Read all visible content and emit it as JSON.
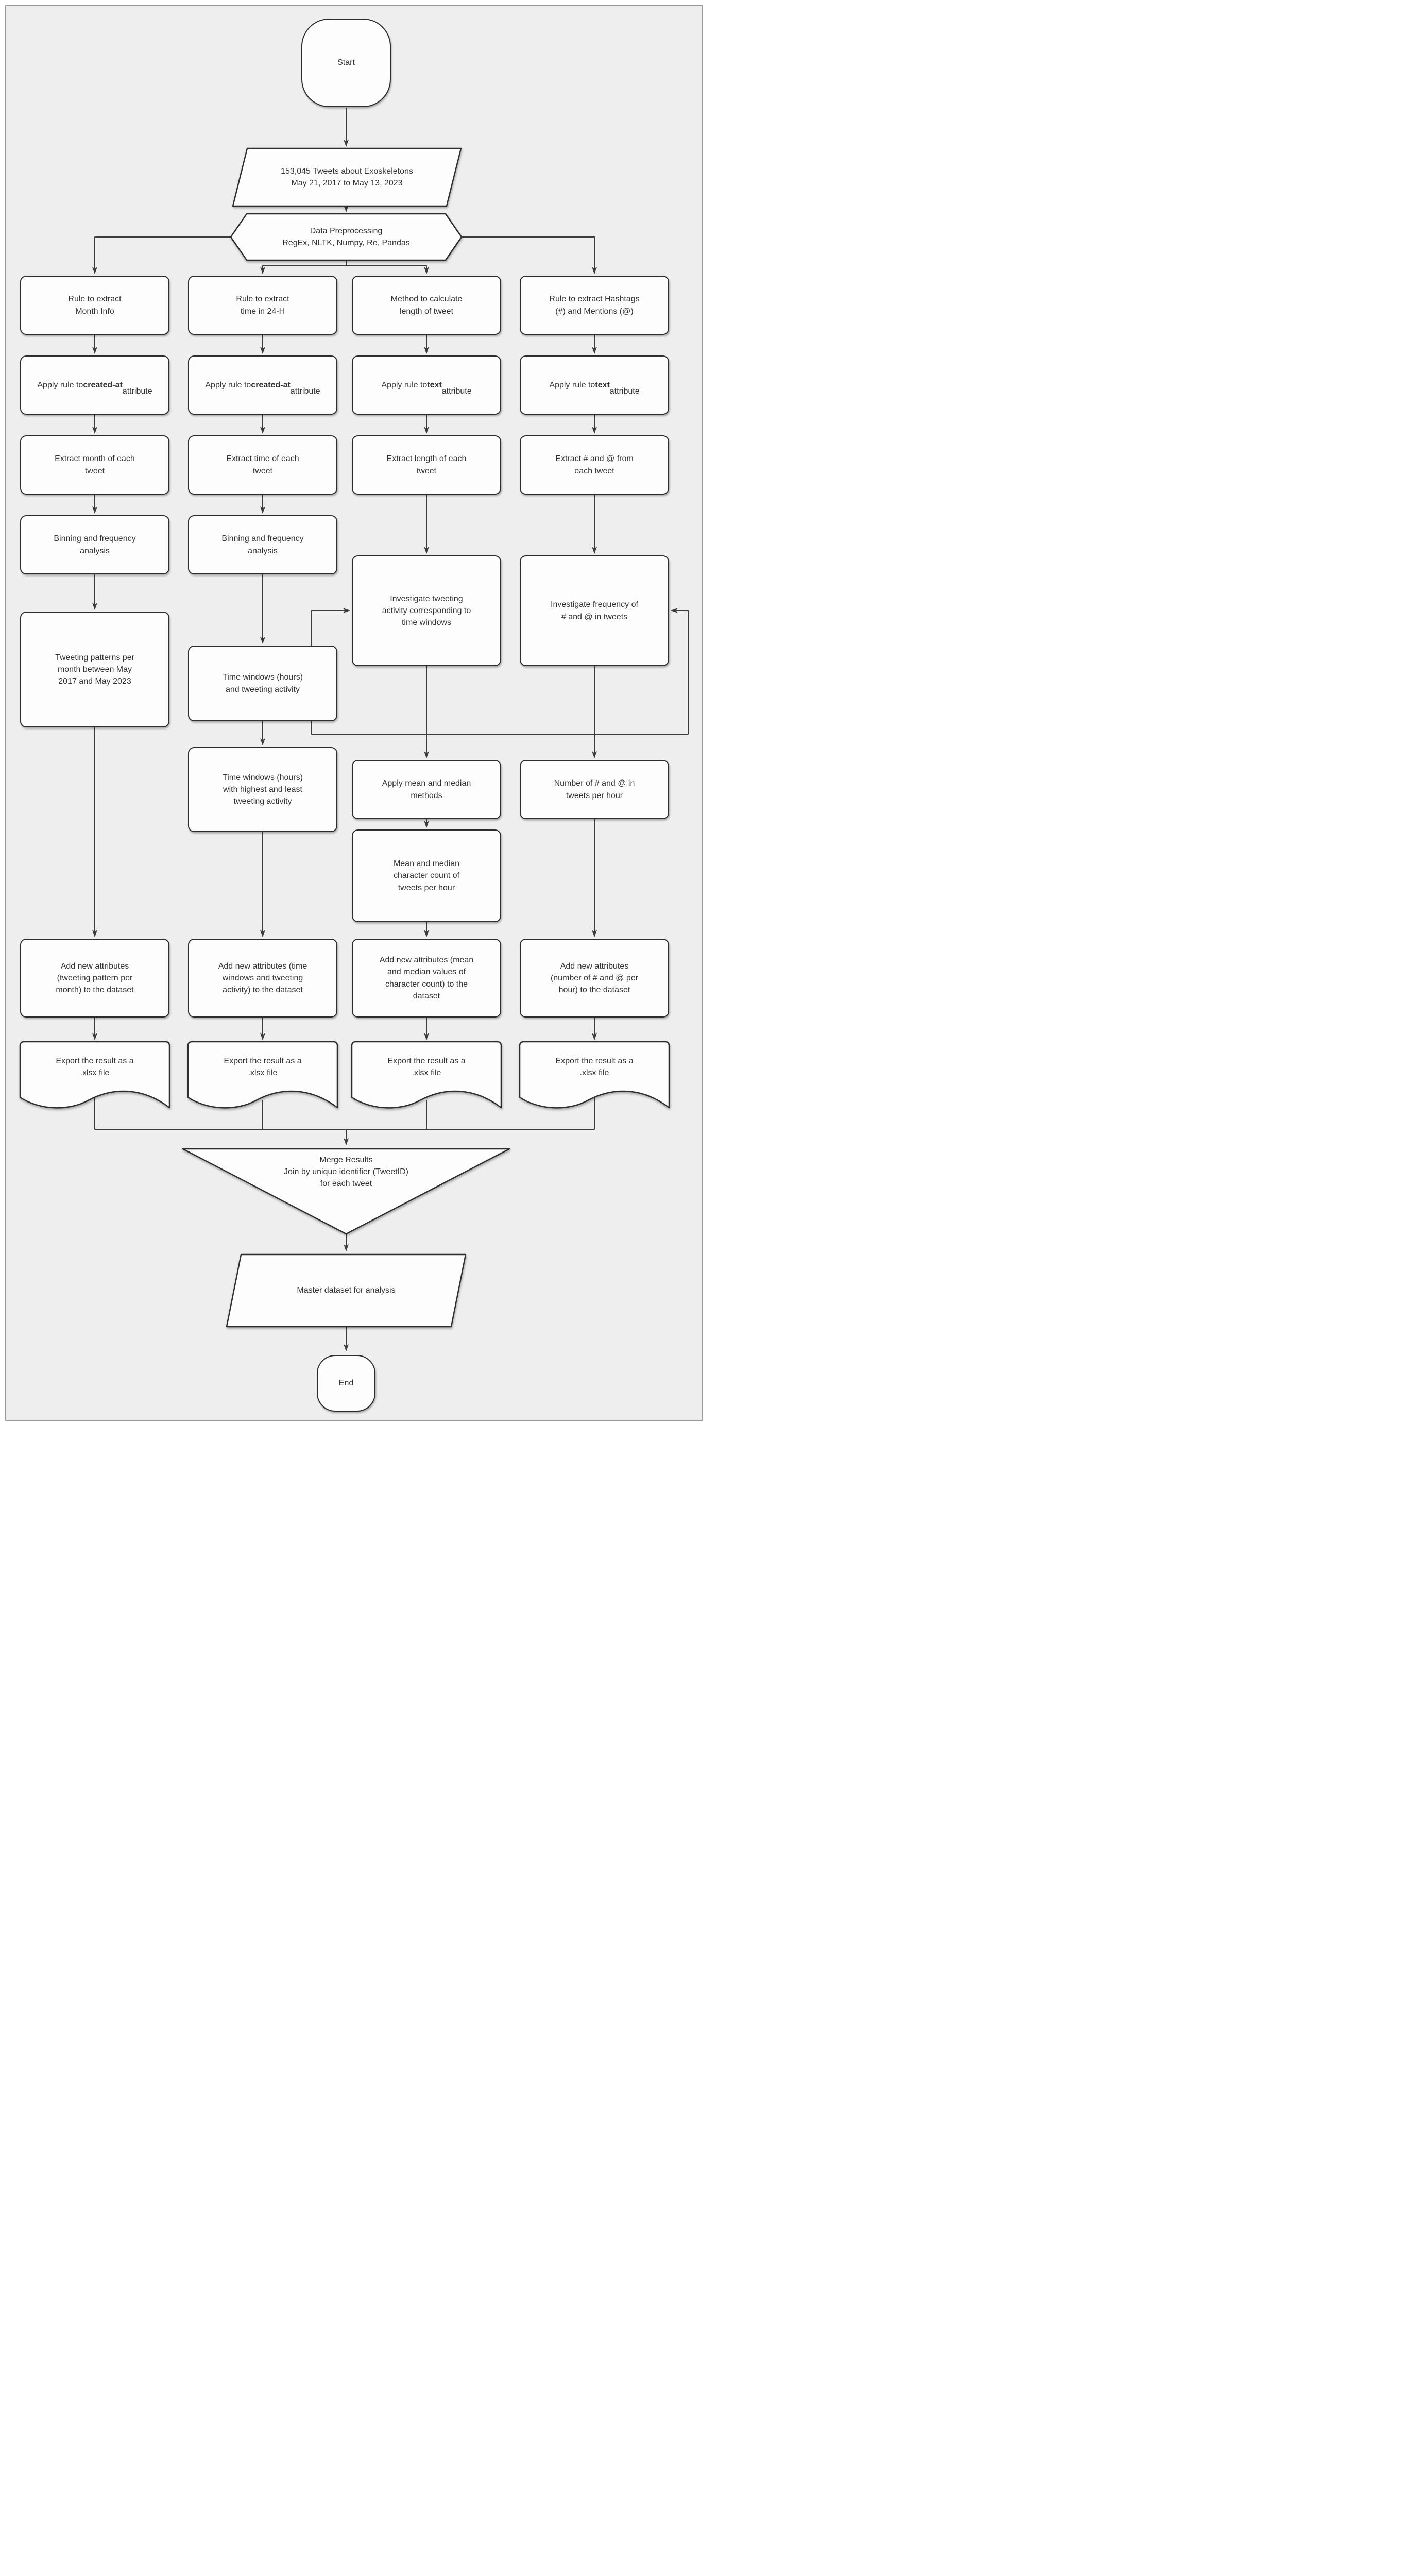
{
  "colors": {
    "canvas_background": "#efeeee",
    "node_fill": "#fdfdfd",
    "node_border": "#2d2d2d",
    "edge": "#3c3c3c",
    "text": "#333333"
  },
  "nodes": {
    "start": {
      "label": "Start"
    },
    "tweets": {
      "label": "153,045 Tweets about Exoskeletons\nMay 21, 2017 to May 13, 2023"
    },
    "preprocessing": {
      "label": "Data Preprocessing\nRegEx, NLTK, Numpy, Re, Pandas"
    },
    "rule_month": {
      "label": "Rule to extract\nMonth Info"
    },
    "rule_time": {
      "label": "Rule to extract\ntime in 24-H"
    },
    "method_length": {
      "label": "Method to calculate\nlength of tweet"
    },
    "rule_hashtags": {
      "label": "Rule to extract Hashtags\n(#) and Mentions (@)"
    },
    "apply_created_1": {
      "runs": [
        {
          "t": "Apply rule to "
        },
        {
          "t": "created-at",
          "b": true
        },
        {
          "t": "\nattribute"
        }
      ]
    },
    "apply_created_2": {
      "runs": [
        {
          "t": "Apply rule to "
        },
        {
          "t": "created-at",
          "b": true
        },
        {
          "t": "\nattribute"
        }
      ]
    },
    "apply_text_3": {
      "runs": [
        {
          "t": "Apply rule to "
        },
        {
          "t": "text",
          "b": true
        },
        {
          "t": "\nattribute"
        }
      ]
    },
    "apply_text_4": {
      "runs": [
        {
          "t": "Apply rule to "
        },
        {
          "t": "text",
          "b": true
        },
        {
          "t": "\nattribute"
        }
      ]
    },
    "extract_month": {
      "label": "Extract month of each\ntweet"
    },
    "extract_time": {
      "label": "Extract time of each\ntweet"
    },
    "extract_length": {
      "label": "Extract length of each\ntweet"
    },
    "extract_hash": {
      "label": "Extract # and @ from\neach tweet"
    },
    "binning_1": {
      "label": "Binning and frequency\nanalysis"
    },
    "binning_2": {
      "label": "Binning and frequency\nanalysis"
    },
    "investigate_activity": {
      "label": "Investigate tweeting\nactivity corresponding to\ntime windows"
    },
    "investigate_freq": {
      "label": "Investigate frequency of\n# and @ in tweets"
    },
    "patterns_month": {
      "label": "Tweeting patterns per\nmonth between May\n2017 and May 2023"
    },
    "time_windows": {
      "label": "Time windows (hours)\nand tweeting activity"
    },
    "time_windows_hl": {
      "label": "Time windows (hours)\nwith highest and least\ntweeting activity"
    },
    "mean_median": {
      "label": "Apply mean and median\nmethods"
    },
    "num_hash_hour": {
      "label": "Number of # and @ in\ntweets per hour"
    },
    "mean_char": {
      "label": "Mean and median\ncharacter count of\ntweets per hour"
    },
    "add_1": {
      "label": "Add new attributes\n(tweeting pattern per\nmonth) to the dataset"
    },
    "add_2": {
      "label": "Add new attributes (time\nwindows and tweeting\nactivity) to the dataset"
    },
    "add_3": {
      "label": "Add new attributes (mean\nand median values of\ncharacter count) to the\ndataset"
    },
    "add_4": {
      "label": "Add new attributes\n(number of # and @ per\nhour) to the dataset"
    },
    "export_1": {
      "label": "Export the result as a\n.xlsx file"
    },
    "export_2": {
      "label": "Export the result as a\n.xlsx file"
    },
    "export_3": {
      "label": "Export the result as a\n.xlsx file"
    },
    "export_4": {
      "label": "Export the result as a\n.xlsx file"
    },
    "merge": {
      "label": "Merge Results\nJoin by unique identifier (TweetID)\nfor each tweet"
    },
    "master": {
      "label": "Master dataset for analysis"
    },
    "end": {
      "label": "End"
    }
  }
}
